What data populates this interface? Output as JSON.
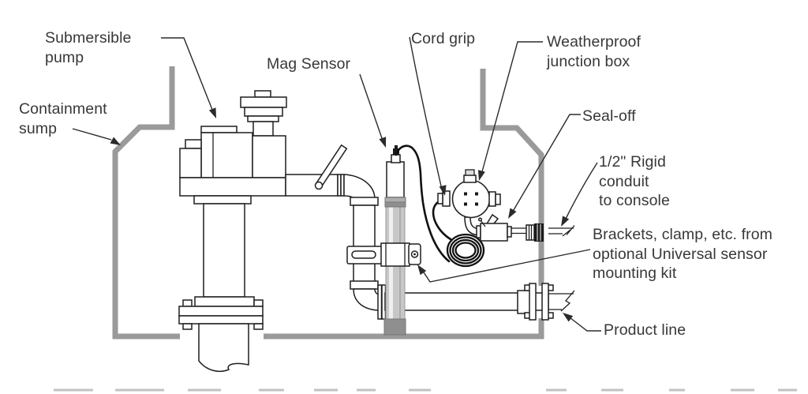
{
  "figure": {
    "type": "installation-diagram",
    "background": "#ffffff",
    "colors": {
      "line_art": "#1f1f1f",
      "sump_wall": "#9a9a9a",
      "sensor_tube": "#c7c7c7",
      "sensor_tube_stripe": "#efefef",
      "sensor_foot": "#8f8f8f",
      "sensor_band_light": "#adadad",
      "cord": "#111111",
      "leader": "#2b2b2b",
      "label_text": "#383838",
      "cropped_caption": "#c2c2c2"
    },
    "callouts": {
      "submersible_pump": "Submersible\npump",
      "containment_sump": "Containment\nsump",
      "mag_sensor": "Mag Sensor",
      "cord_grip": "Cord grip",
      "weatherproof_junction_box": "Weatherproof\njunction box",
      "seal_off": "Seal-off",
      "rigid_conduit": "1/2\" Rigid\nconduit\nto console",
      "mounting_kit": "Brackets, clamp, etc. from\noptional Universal sensor\nmounting kit",
      "product_line": "Product line"
    }
  }
}
